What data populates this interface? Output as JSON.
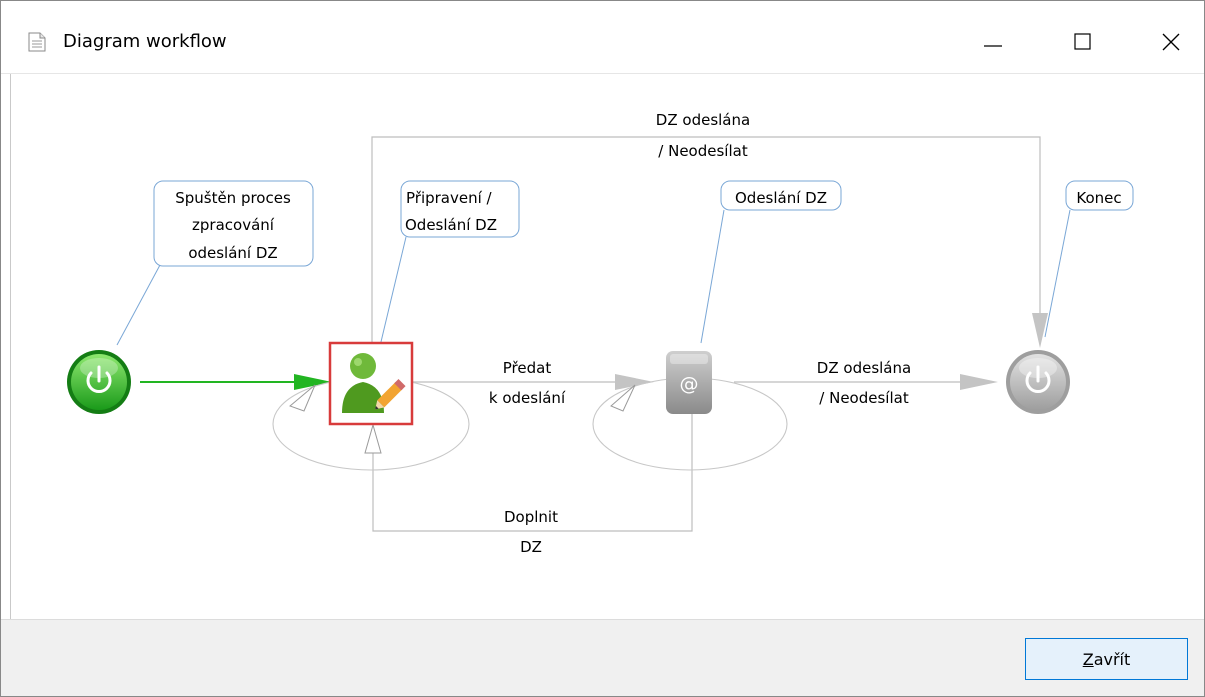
{
  "window": {
    "title": "Diagram workflow",
    "icon": "document-icon",
    "controls": {
      "minimize": "minimize-icon",
      "maximize": "maximize-icon",
      "close": "close-icon"
    }
  },
  "diagram": {
    "nodes": [
      {
        "id": "start",
        "icon": "power-icon",
        "color": "#2db52d",
        "label_lines": [
          "Spuštěn proces",
          "zpracování",
          "odeslání DZ"
        ]
      },
      {
        "id": "prepare",
        "icon": "user-edit-icon",
        "color": "#4f9a1f",
        "selected": true,
        "label_lines": [
          "Připravení /",
          "Odeslání DZ"
        ]
      },
      {
        "id": "send",
        "icon": "email-at-icon",
        "color": "#9a9a9a",
        "label_lines": [
          "Odeslání DZ"
        ]
      },
      {
        "id": "end",
        "icon": "power-icon",
        "color": "#b0b0b0",
        "label_lines": [
          "Konec"
        ]
      }
    ],
    "edges": [
      {
        "from": "start",
        "to": "prepare",
        "label_lines": [],
        "color": "#22b522"
      },
      {
        "from": "prepare",
        "to": "send",
        "label_lines": [
          "Předat",
          "k odeslání"
        ]
      },
      {
        "from": "send",
        "to": "end",
        "label_lines": [
          "DZ odeslána",
          "/ Neodesílat"
        ]
      },
      {
        "from": "prepare",
        "to": "end",
        "label_lines": [
          "DZ odeslána",
          "/ Neodesílat"
        ]
      },
      {
        "from": "send",
        "to": "prepare",
        "label_lines": [
          "Doplnit",
          "DZ"
        ]
      }
    ],
    "selection_color": "#d83b3b",
    "edge_color": "#bdbdbd",
    "callout_border": "#7aa7d6"
  },
  "footer": {
    "close_button": {
      "label_prefix": "Z",
      "label_rest": "avřít"
    }
  }
}
